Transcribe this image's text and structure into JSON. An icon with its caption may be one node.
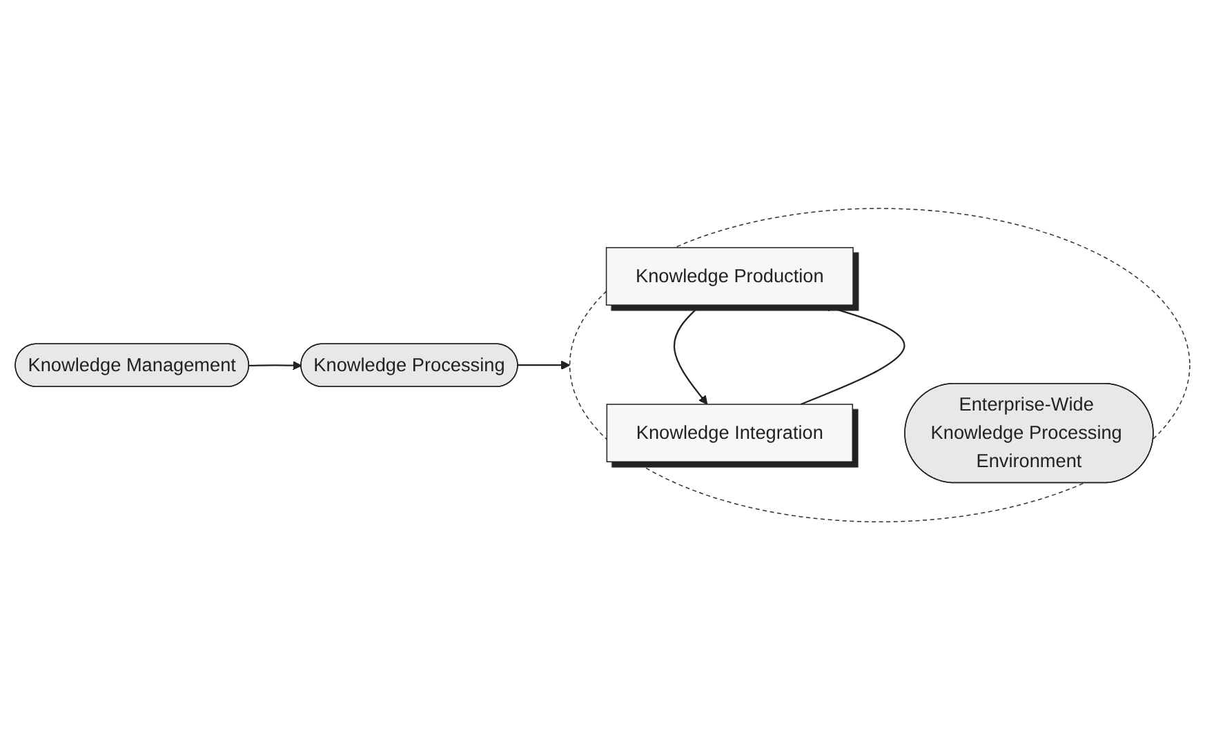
{
  "diagram": {
    "nodes": [
      {
        "text": [
          "Knowledge Processing"
        ]
      },
      {
        "text": [
          "Knowledge Management"
        ]
      },
      {
        "text": [],
        "shape": "circle"
      },
      {
        "text": [
          "Knowledge Production"
        ],
        "in": 2
      },
      {
        "text": [
          "Enterprise-Wide Knowledge Processing Environment"
        ],
        "in": 2
      },
      {
        "text": [
          "Knowledge Integration"
        ],
        "in": 2
      }
    ],
    "edges": [
      {
        "from": 1,
        "to": 0,
        "arrow": "to"
      },
      {
        "from": 0,
        "to": 2,
        "arrow": "to"
      },
      {
        "from": 3,
        "to": 5,
        "arrow": "to"
      },
      {
        "from": 5,
        "to": 3,
        "arrow": "to"
      }
    ]
  }
}
